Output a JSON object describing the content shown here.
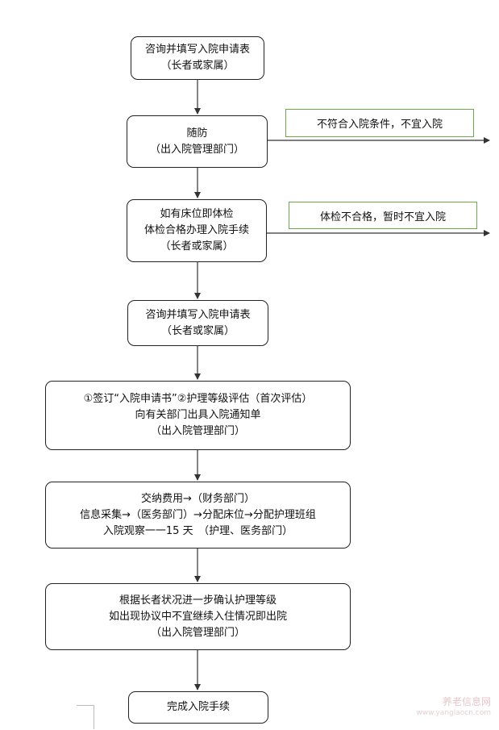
{
  "flow": {
    "step1": {
      "line1": "咨询并填写入院申请表",
      "line2": "（长者或家属）"
    },
    "step2": {
      "line1": "随防",
      "line2": "（出入院管理部门）"
    },
    "reject1": "不符合入院条件，不宜入院",
    "step3": {
      "line1": "如有床位即体检",
      "line2": "体检合格办理入院手续",
      "line3": "（长者或家属）"
    },
    "reject2": "体检不合格，暂时不宜入院",
    "step4": {
      "line1": "咨询并填写入院申请表",
      "line2": "（长者或家属）"
    },
    "step5": {
      "line1": "①签订“入院申请书”②护理等级评估（首次评估）",
      "line2": "向有关部门出具入院通知单",
      "line3": "（出入院管理部门）"
    },
    "step6": {
      "line1": "交纳费用→（财务部门）",
      "line2": "信息采集→（医务部门）→分配床位→分配护理班组",
      "line3": "入院观察一一15 天　（护理、医务部门）"
    },
    "step7": {
      "line1": "根据长者状况进一步确认护理等级",
      "line2": "如出现协议中不宜继续入住情况即出院",
      "line3": "（出入院管理部门）"
    },
    "step8": {
      "line1": "完成入院手续"
    }
  },
  "watermark": {
    "line1": "养老信息网",
    "line2": "www.yanglaocn.com"
  }
}
